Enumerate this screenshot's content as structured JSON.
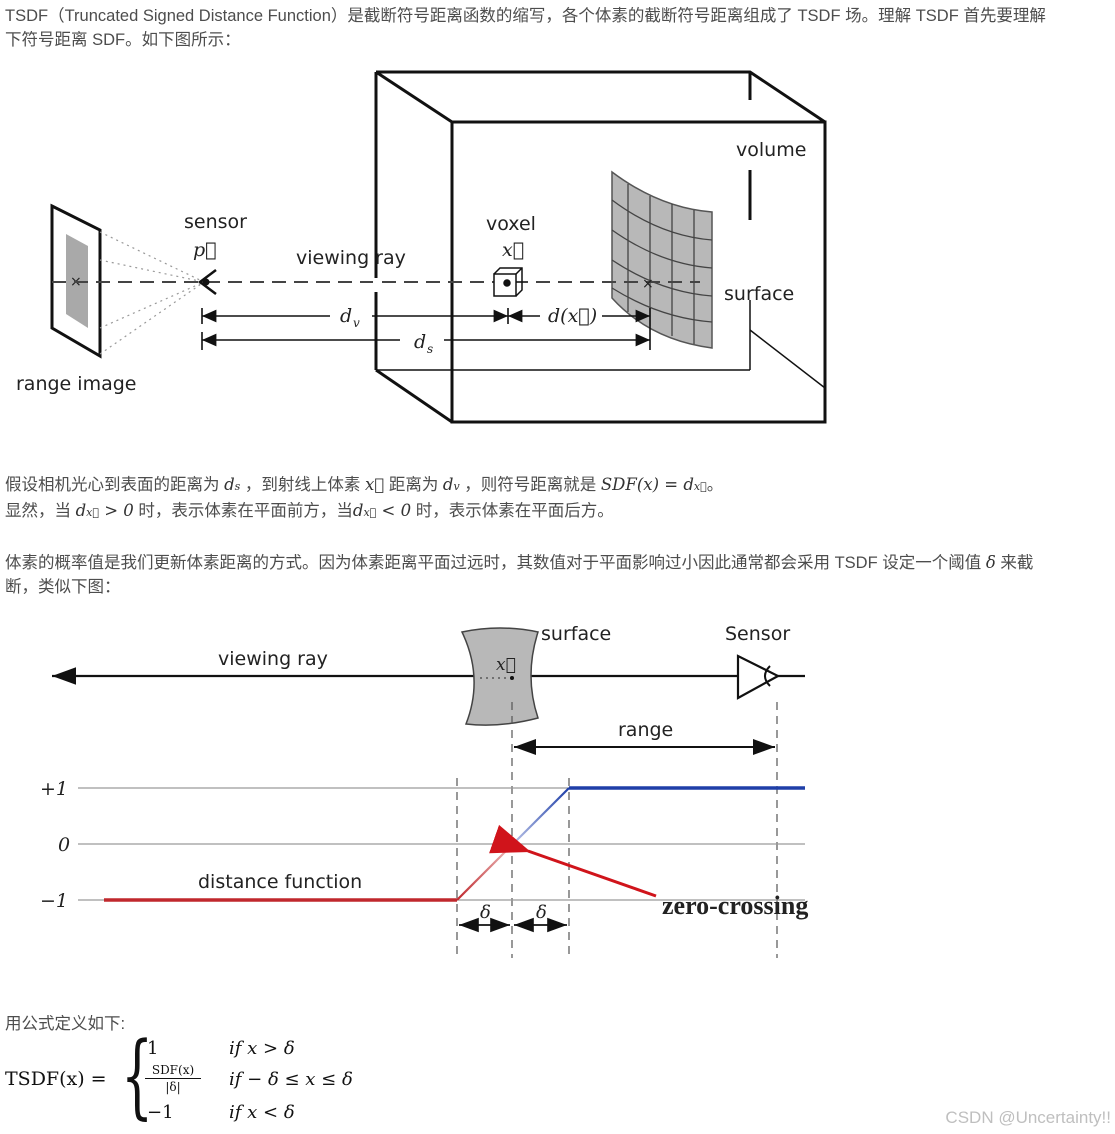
{
  "intro": {
    "line1": "TSDF（Truncated Signed Distance Function）是截断符号距离函数的缩写，各个体素的截断符号距离组成了 TSDF 场。理解 TSDF 首先要理解",
    "line2": "下符号距离 SDF。如下图所示："
  },
  "figure1": {
    "labels": {
      "volume": "volume",
      "surface": "surface",
      "sensor": "sensor",
      "sensor_symbol": "p⃗",
      "voxel": "voxel",
      "voxel_symbol": "x⃗",
      "viewing_ray": "viewing ray",
      "range_image": "range image",
      "dv": "d",
      "dv_sub": "v",
      "dx": "d(x⃗)",
      "ds": "d",
      "ds_sub": "s"
    }
  },
  "explain": {
    "line1_a": "假设相机光心到表面的距离为",
    "line1_ds": "d",
    "line1_ds_sub": "s",
    "line1_b": "，到射线上体素",
    "line1_x": "x⃗",
    "line1_c": "距离为",
    "line1_dv": "d",
    "line1_dv_sub": "v",
    "line1_d": "，则符号距离就是",
    "line1_eq": "SDF(x) = d",
    "line1_eq_sub": "x⃗",
    "line1_e": "。",
    "line2_a": "显然，当",
    "line2_cond1": "d",
    "line2_cond1_sub": "x⃗",
    "line2_cond1_rest": " > 0",
    "line2_b": "时，表示体素在平面前方，当",
    "line2_cond2": "d",
    "line2_cond2_sub": "x⃗",
    "line2_cond2_rest": " < 0",
    "line2_c": "时，表示体素在平面后方。"
  },
  "probability": {
    "line1_a": "体素的概率值是我们更新体素距离的方式。因为体素距离平面过远时，其数值对于平面影响过小因此通常都会采用 TSDF 设定一个阈值",
    "line1_delta": "δ",
    "line1_b": "来截",
    "line2": "断，类似下图："
  },
  "figure2": {
    "labels": {
      "viewing_ray": "viewing ray",
      "surface": "surface",
      "sensor": "Sensor",
      "voxel_symbol": "x⃗",
      "range": "range",
      "plus_one": "+1",
      "zero": "0",
      "minus_one": "−1",
      "distance_function": "distance function",
      "delta_left": "δ",
      "delta_right": "δ",
      "zero_crossing": "zero-crossing"
    },
    "colors": {
      "negative": "#c0282d",
      "positive": "#1f3fa8",
      "annotation": "#d0141b"
    }
  },
  "formula": {
    "intro": "用公式定义如下:",
    "lhs": "TSDF(x) =",
    "case1_value": "1",
    "case1_cond": "if x > δ",
    "case2_num": "SDF(x)",
    "case2_den": "|δ|",
    "case2_cond": "if − δ ≤ x ≤ δ",
    "case3_value": "−1",
    "case3_cond": "if x < δ"
  },
  "watermark": "CSDN @Uncertainty!!"
}
